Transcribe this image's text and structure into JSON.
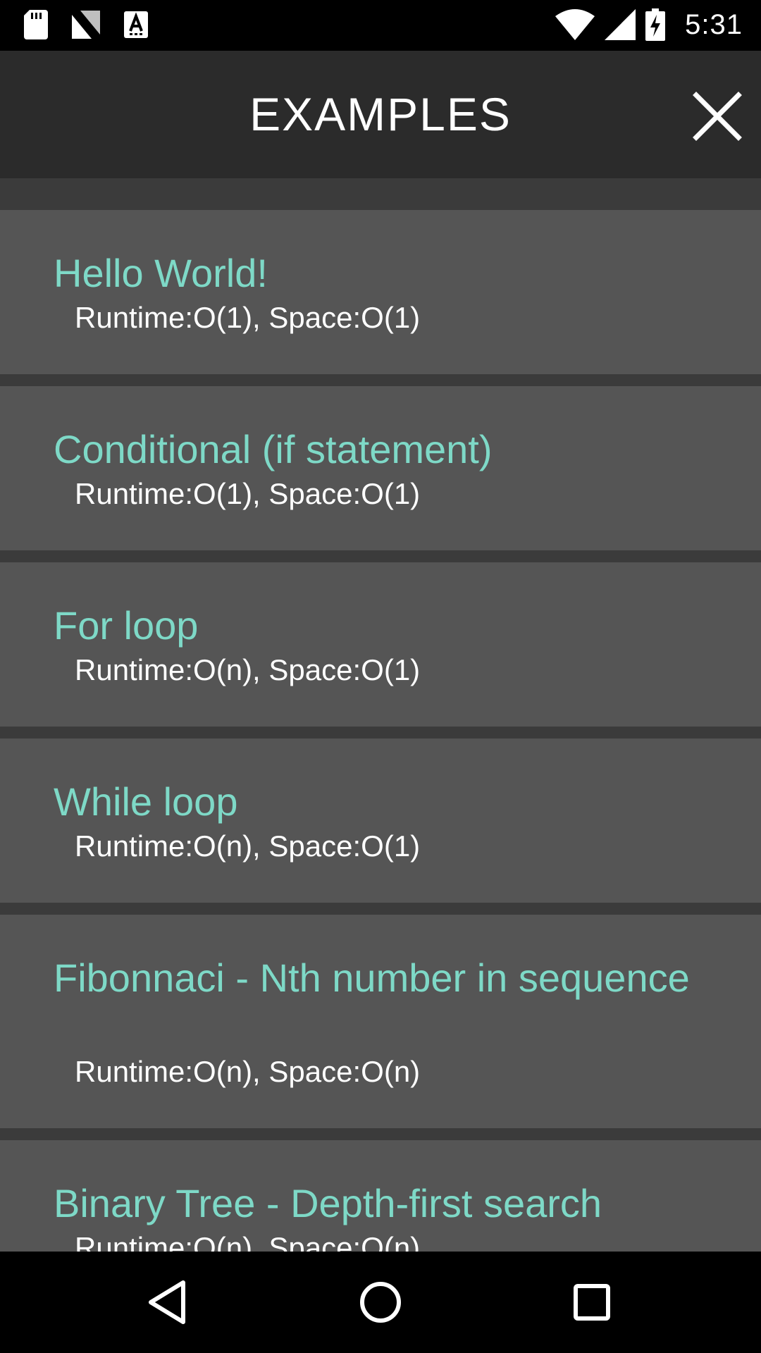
{
  "status_bar": {
    "time": "5:31",
    "icons": [
      "sd-card-icon",
      "n-notification-icon",
      "a-notification-icon",
      "wifi-icon",
      "cell-signal-icon",
      "battery-charging-icon"
    ]
  },
  "header": {
    "title": "EXAMPLES",
    "close_icon": "close-icon"
  },
  "examples": [
    {
      "title": "Hello World!",
      "complexity": "Runtime:O(1), Space:O(1)"
    },
    {
      "title": "Conditional (if statement)",
      "complexity": "Runtime:O(1), Space:O(1)"
    },
    {
      "title": "For loop",
      "complexity": "Runtime:O(n), Space:O(1)"
    },
    {
      "title": "While loop",
      "complexity": "Runtime:O(n), Space:O(1)"
    },
    {
      "title": "Fibonnaci - Nth number in sequence",
      "complexity": "Runtime:O(n), Space:O(n)"
    },
    {
      "title": "Binary Tree - Depth-first search",
      "complexity": "Runtime:O(n), Space:O(n)"
    }
  ],
  "nav_bar": {
    "buttons": [
      "back-icon",
      "home-icon",
      "recents-icon"
    ]
  },
  "colors": {
    "accent": "#7ed9c7",
    "card_bg": "#555555",
    "header_bg": "#2b2b2b"
  }
}
